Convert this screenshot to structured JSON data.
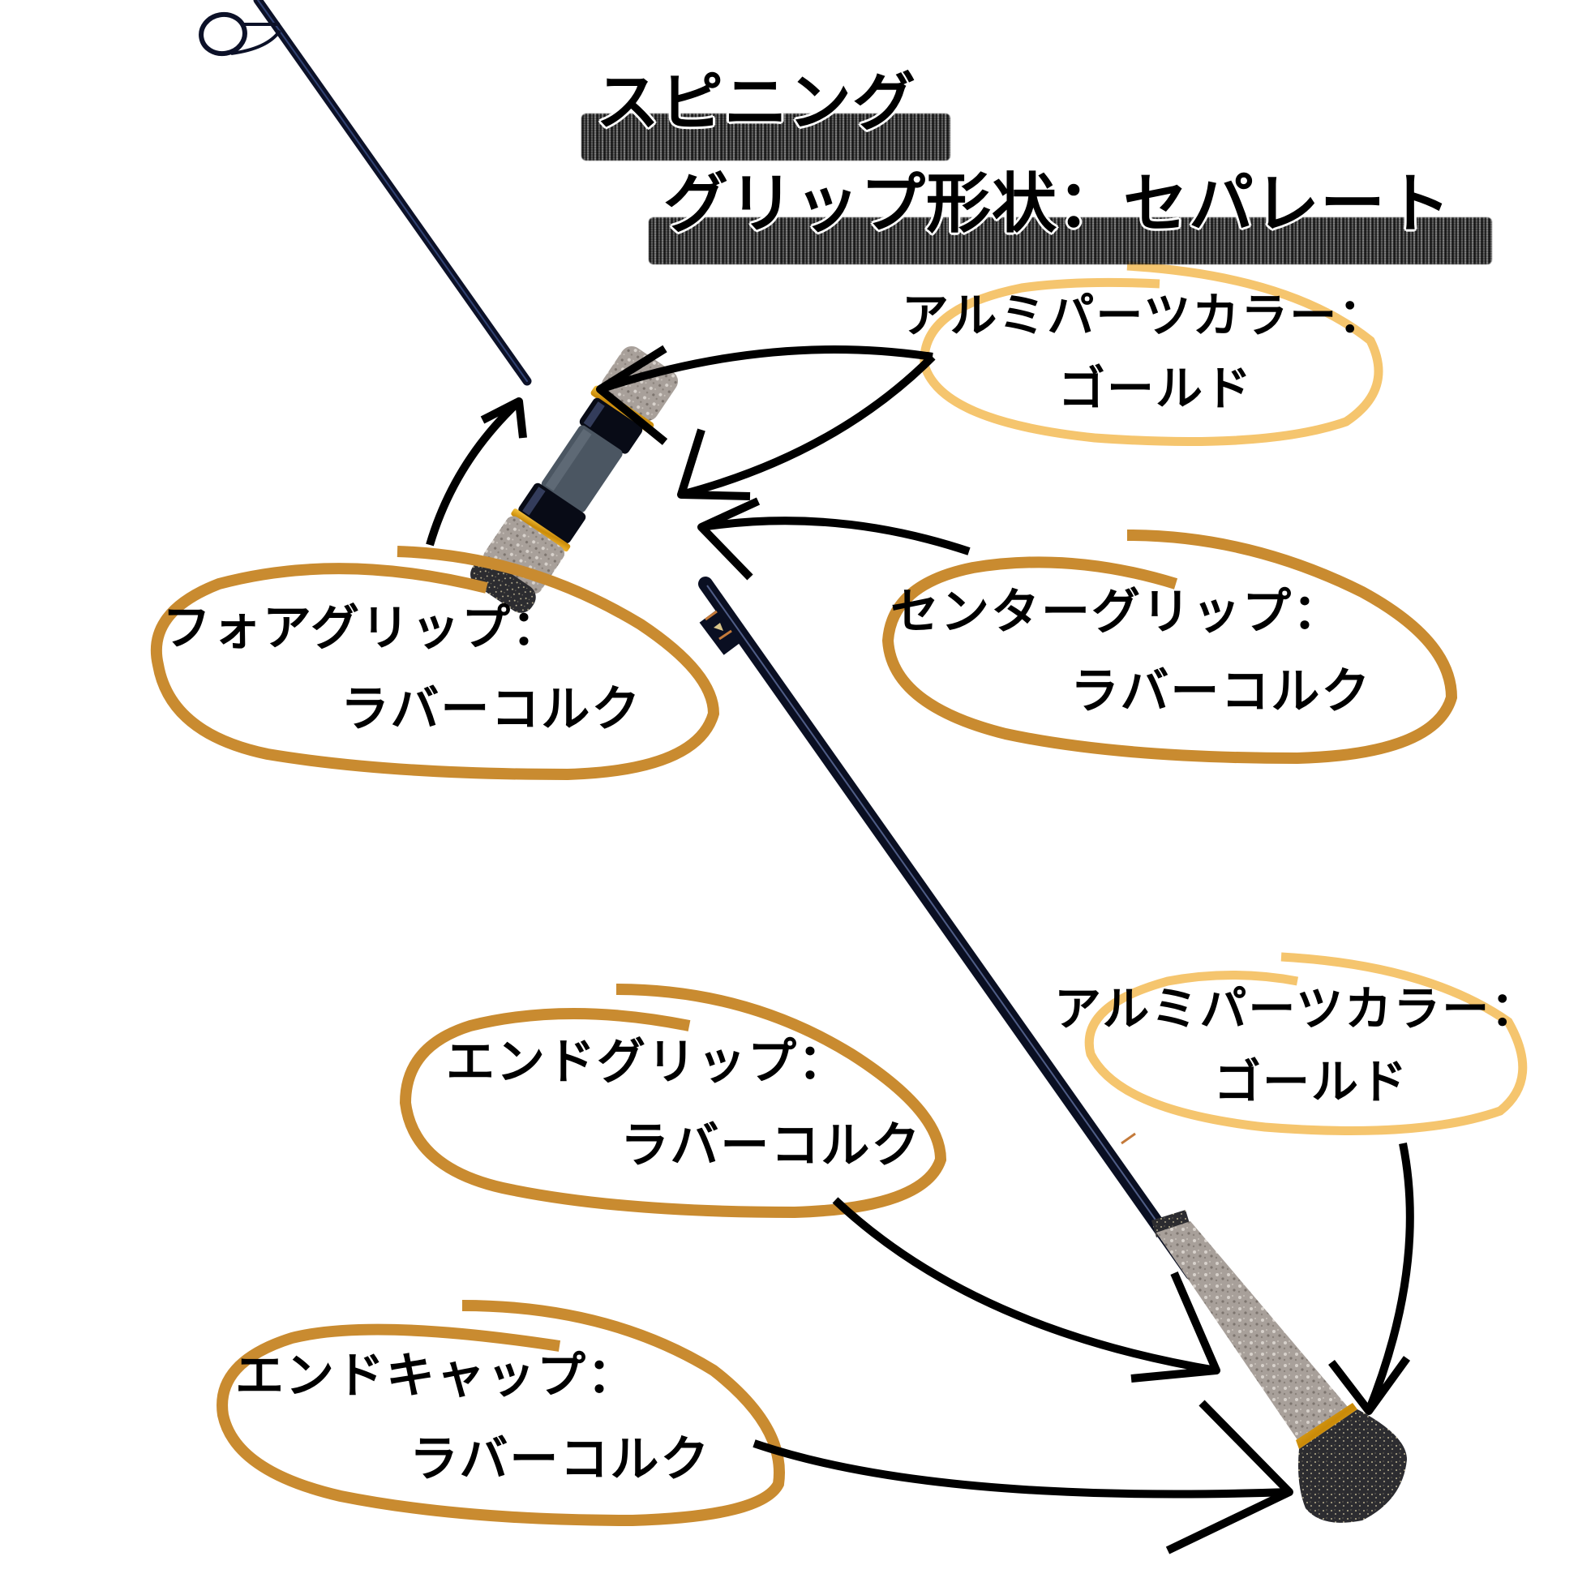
{
  "title": {
    "line1": "スピニング",
    "line2": "グリップ形状：セパレート"
  },
  "callouts": [
    {
      "id": "alumi-top",
      "line1": "アルミパーツカラー：",
      "line2": "ゴールド",
      "ellipse_color": "#F5C56E"
    },
    {
      "id": "fore-grip",
      "line1": "フォアグリップ：",
      "line2": "ラバーコルク",
      "ellipse_color": "#C98B30"
    },
    {
      "id": "center-grip",
      "line1": "センターグリップ：",
      "line2": "ラバーコルク",
      "ellipse_color": "#C98B30"
    },
    {
      "id": "alumi-bottom",
      "line1": "アルミパーツカラー：",
      "line2": "ゴールド",
      "ellipse_color": "#F5C56E"
    },
    {
      "id": "end-grip",
      "line1": "エンドグリップ：",
      "line2": "ラバーコルク",
      "ellipse_color": "#C98B30"
    },
    {
      "id": "end-cap",
      "line1": "エンドキャップ：",
      "line2": "ラバーコルク",
      "ellipse_color": "#C98B30"
    }
  ],
  "colors": {
    "light_gold": "#F5C56E",
    "dark_gold": "#C98B30",
    "rod_blank": "#0d1226",
    "cork": "#a79e96",
    "reel_seat": "#4a5560",
    "gold_ring": "#e0a418",
    "arrow": "#000000"
  }
}
